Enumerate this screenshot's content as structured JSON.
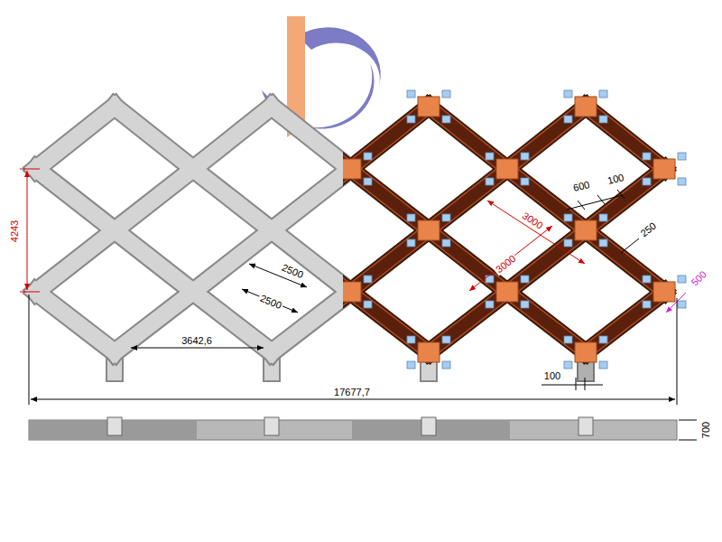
{
  "diagram": {
    "labels": [
      "4243",
      "2500",
      "2500",
      "3642,6",
      "3000",
      "3000",
      "600",
      "100",
      "250",
      "500",
      "100",
      "17677,7",
      "700"
    ]
  }
}
